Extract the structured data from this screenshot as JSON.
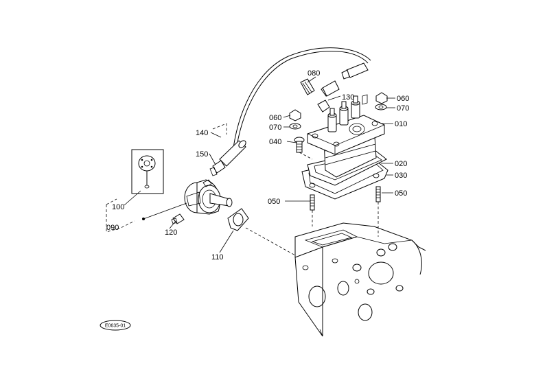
{
  "labels": {
    "p010": "010",
    "p020": "020",
    "p030": "030",
    "p040": "040",
    "p050a": "050",
    "p050b": "050",
    "p060a": "060",
    "p060b": "060",
    "p070a": "070",
    "p070b": "070",
    "p080": "080",
    "p090": "090",
    "p100": "100",
    "p110": "110",
    "p120": "120",
    "p130": "130",
    "p140": "140",
    "p150": "150"
  },
  "stamp": "E0635-01"
}
